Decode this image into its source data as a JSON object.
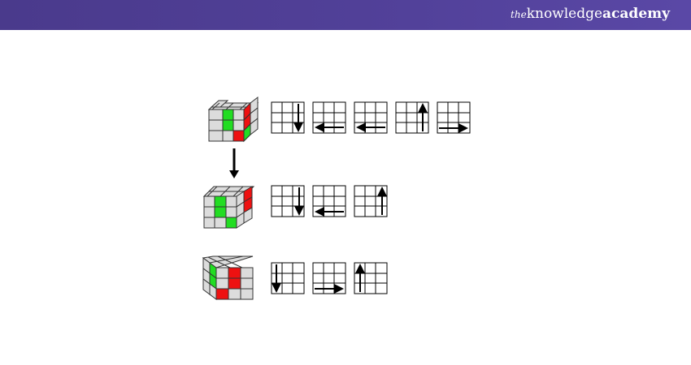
{
  "brand": {
    "the": "the",
    "knowledge": "knowledge",
    "academy": "academy",
    "colors": {
      "header": "#4f3f96",
      "text": "#ffffff"
    }
  },
  "diagram": {
    "sticker_colors": {
      "white": "#dcdcdc",
      "green": "#22dd22",
      "red": "#ee1111"
    },
    "rows": [
      {
        "cube": "cube-state-1",
        "moves": [
          "down",
          "left",
          "left",
          "up",
          "right"
        ]
      },
      {
        "cube": "cube-state-2",
        "moves": [
          "down",
          "left",
          "up"
        ]
      },
      {
        "cube": "cube-state-3",
        "moves": [
          "down",
          "right",
          "up"
        ]
      }
    ],
    "transition_arrow": "down-arrow-icon"
  }
}
